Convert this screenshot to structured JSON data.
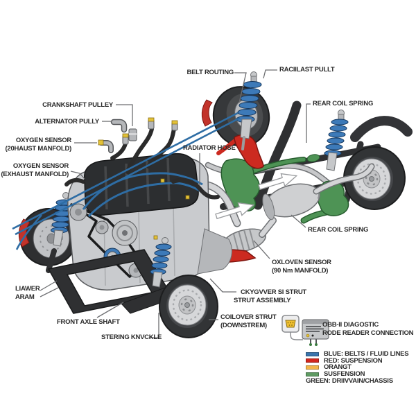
{
  "callouts": {
    "crankshaft_pulley": {
      "lines": [
        "CRANKSHAFT PULLEY"
      ]
    },
    "alternator_pully": {
      "lines": [
        "ALTERNATOR PULLY"
      ]
    },
    "oxygen_sensor_intake": {
      "lines": [
        "OXYGEN SENSOR",
        "(20HAUST MANFOLD)"
      ]
    },
    "oxygen_sensor_exhaust": {
      "lines": [
        "OXYGEN SENSOR",
        "(EXHAUST MANFOLD)"
      ]
    },
    "belt_routing": {
      "lines": [
        "BELT ROUTING"
      ]
    },
    "raciilast_pullt": {
      "lines": [
        "RACIILAST PULLT"
      ]
    },
    "rear_coil_spring_upper": {
      "lines": [
        "REAR COIL SPRING"
      ]
    },
    "radiator_hose": {
      "lines": [
        "RADIATOR HOSE"
      ]
    },
    "rear_coil_spring_lower": {
      "lines": [
        "REAR COIL SPRING"
      ]
    },
    "oxloven_sensor": {
      "lines": [
        "OXLOVEN SENSOR",
        "(90 Nm MANFOLD)"
      ]
    },
    "lower_arm": {
      "lines": [
        "LIAWER",
        "ARAM"
      ]
    },
    "front_axle_shaft": {
      "lines": [
        "FRONT AXLE SHAFT"
      ]
    },
    "steering_knuckle": {
      "lines": [
        "STERING KNVCKLE"
      ]
    },
    "strut_assembly": {
      "lines": [
        "CKYGVVER SI STRUT",
        "STRUT ASSEMBLY"
      ]
    },
    "coilover_strut": {
      "lines": [
        "COILOVER STRUT",
        "(DOWNSTREM)"
      ]
    },
    "obd_connection": {
      "lines": [
        "OBB-II DIAGOSTIC",
        "RODE READER CONNECTION"
      ]
    }
  },
  "legend": {
    "items": [
      {
        "color": "#3a75ad",
        "label": "BLUE: BELTS / FLUID LINES"
      },
      {
        "color": "#d2261d",
        "label": "RED: SUSPENSION"
      },
      {
        "color": "#f3b54a",
        "label": "ORANGT"
      },
      {
        "color": "#5f9c63",
        "label": "SUSFENSION"
      }
    ],
    "footer": "GREEN: DRIIVVAIN/CHASSIS"
  },
  "colors": {
    "belts_fluid_blue": "#2e6da4",
    "suspension_red": "#cc2a20",
    "accent_orange": "#f3b54a",
    "drivetrain_green": "#4e9355",
    "frame_black": "#2f3032",
    "leader_gray": "#6d6e71"
  }
}
